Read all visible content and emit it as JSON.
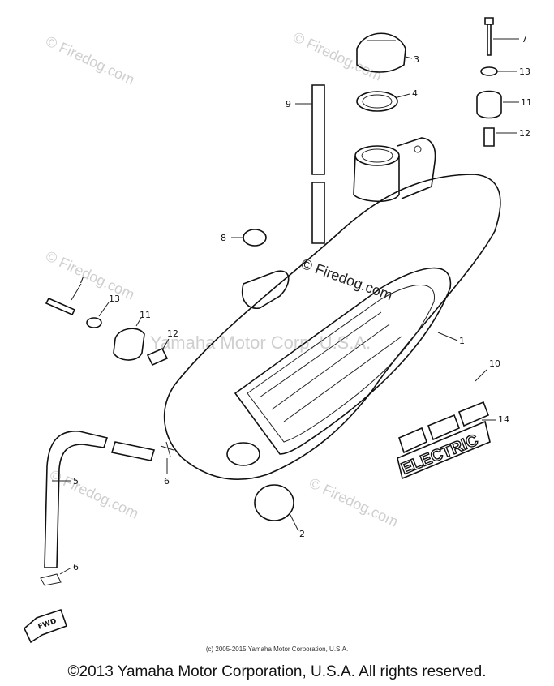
{
  "callouts": [
    "1",
    "2",
    "3",
    "4",
    "5",
    "6",
    "6",
    "7",
    "7",
    "8",
    "9",
    "10",
    "11",
    "12",
    "12",
    "13",
    "13",
    "14"
  ],
  "watermark": {
    "firedog": "© Firedog.com",
    "yamaha": "Yamaha Motor Corp. U.S.A."
  },
  "decal": {
    "electric": "ELECTRIC"
  },
  "fwd_label": "FWD",
  "footer": {
    "small": "(c) 2005-2015 Yamaha Motor Corporation, U.S.A.",
    "main": "©2013 Yamaha Motor Corporation, U.S.A. All rights reserved."
  }
}
